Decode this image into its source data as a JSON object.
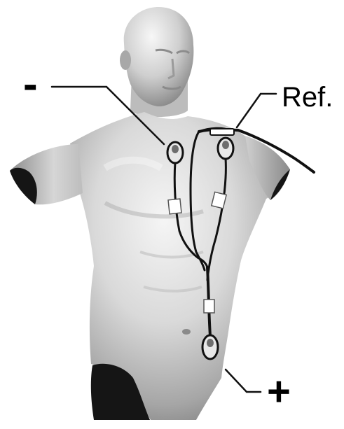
{
  "labels": {
    "negative": "-",
    "reference": "Ref.",
    "positive": "+"
  },
  "colors": {
    "background": "#ffffff",
    "skin_light": "#eeeeee",
    "skin_mid": "#b8b8b8",
    "skin_dark": "#6e6e6e",
    "cavity": "#151515",
    "lead_wire": "#111111",
    "patch": "#ffffff"
  },
  "icons": {
    "body": "torso-mannequin",
    "electrode": "electrode-snap",
    "patch": "adhesive-patch"
  }
}
